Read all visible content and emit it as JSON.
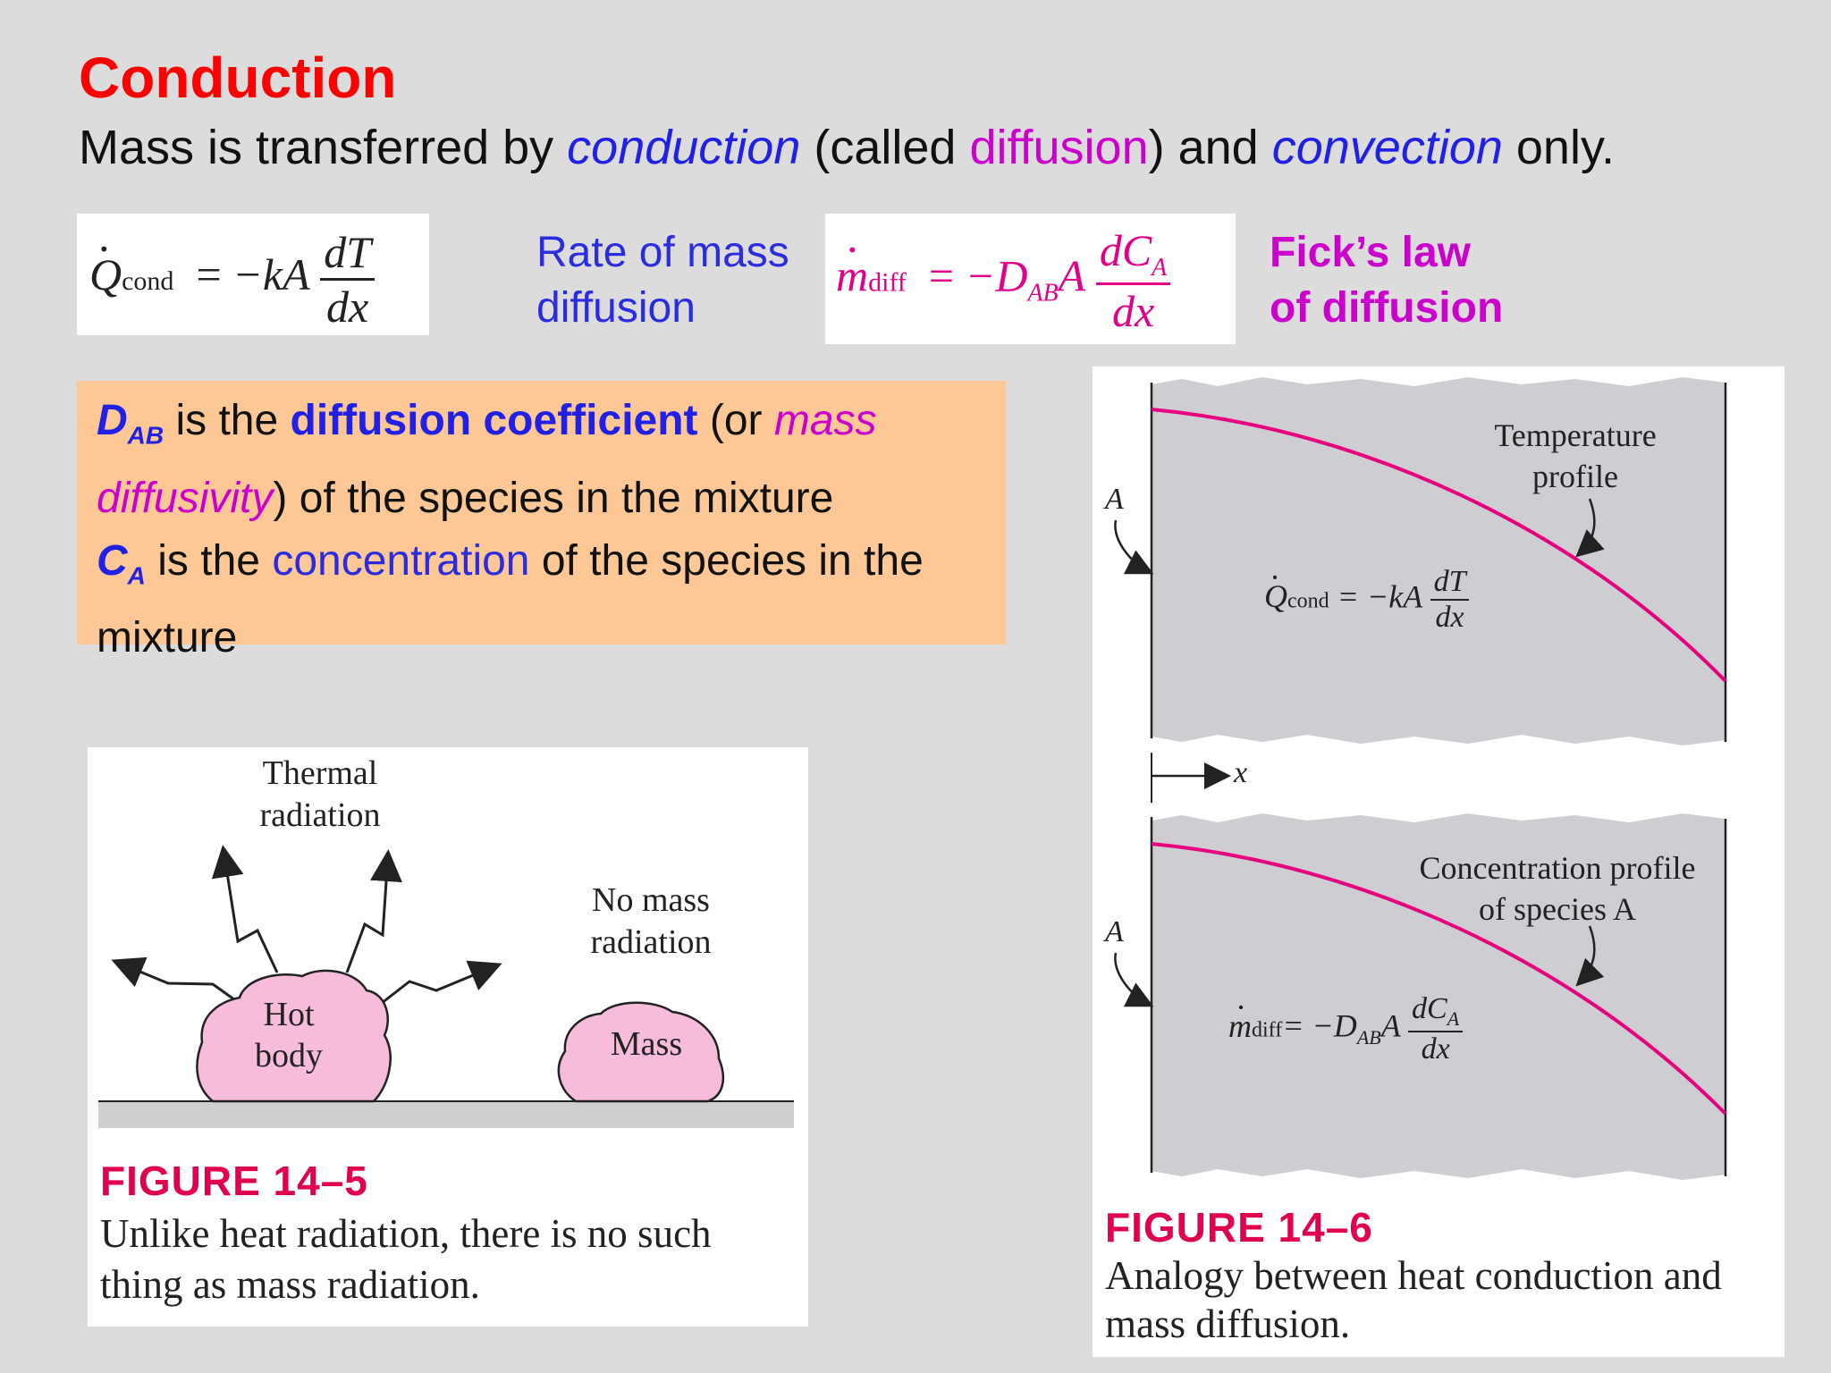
{
  "title": "Conduction",
  "intro": {
    "p1": "Mass is transferred by ",
    "conduction": "conduction",
    "p2": " (called ",
    "diffusion": "diffusion",
    "p3": ") and ",
    "convection": "convection",
    "p4": " only."
  },
  "eq_heat": {
    "lhs_sub": "cond",
    "rhs": "−kA",
    "num": "dT",
    "den": "dx"
  },
  "rate_label": {
    "line1": "Rate of mass",
    "line2": "diffusion"
  },
  "eq_mass": {
    "lhs_sub": "diff",
    "rhs_d": "−D",
    "rhs_sub": "AB",
    "rhs_a": "A",
    "num": "dC",
    "num_sub": "A",
    "den": "dx"
  },
  "ficks": {
    "line1": "Fick’s law",
    "line2": "of diffusion"
  },
  "definitions": {
    "d_symbol": "D",
    "d_sub": "AB",
    "d_text1": " is the ",
    "d_term": "diffusion coefficient",
    "d_text2": " (or ",
    "d_alt": "mass diffusivity",
    "d_text3": ") of the species in the mixture",
    "c_symbol": "C",
    "c_sub": "A",
    "c_text1": " is the ",
    "c_term": "concentration",
    "c_text2": " of the species in the mixture"
  },
  "figure_14_5": {
    "label_thermal_1": "Thermal",
    "label_thermal_2": "radiation",
    "label_nomass_1": "No mass",
    "label_nomass_2": "radiation",
    "hot_body_1": "Hot",
    "hot_body_2": "body",
    "mass": "Mass",
    "fig_id": "FIGURE 14–5",
    "caption_1": "Unlike heat radiation, there is no such",
    "caption_2": "thing as mass radiation."
  },
  "figure_14_6": {
    "area_label_top": "A",
    "area_label_bottom": "A",
    "axis_label": "x",
    "temp_label_1": "Temperature",
    "temp_label_2": "profile",
    "conc_label_1": "Concentration profile",
    "conc_label_2": "of species A",
    "eq_top_sub": "cond",
    "eq_top_rhs": "= −kA",
    "eq_top_num": "dT",
    "eq_top_den": "dx",
    "eq_bot_sub": "diff",
    "eq_bot_rhs": "= −D",
    "eq_bot_rhs_sub": "AB",
    "eq_bot_a": "A",
    "eq_bot_num": "dC",
    "eq_bot_num_sub": "A",
    "eq_bot_den": "dx",
    "fig_id": "FIGURE 14–6",
    "caption_1": "Analogy between heat conduction and",
    "caption_2": "mass diffusion."
  },
  "colors": {
    "title": "#ff0000",
    "italic_blue": "#2020e6",
    "magenta": "#cc00cc",
    "highlight_box": "#fdc896",
    "profile_curve": "#e6007e",
    "blob_fill": "#f6bcd9",
    "figure_label": "#e0004e"
  }
}
